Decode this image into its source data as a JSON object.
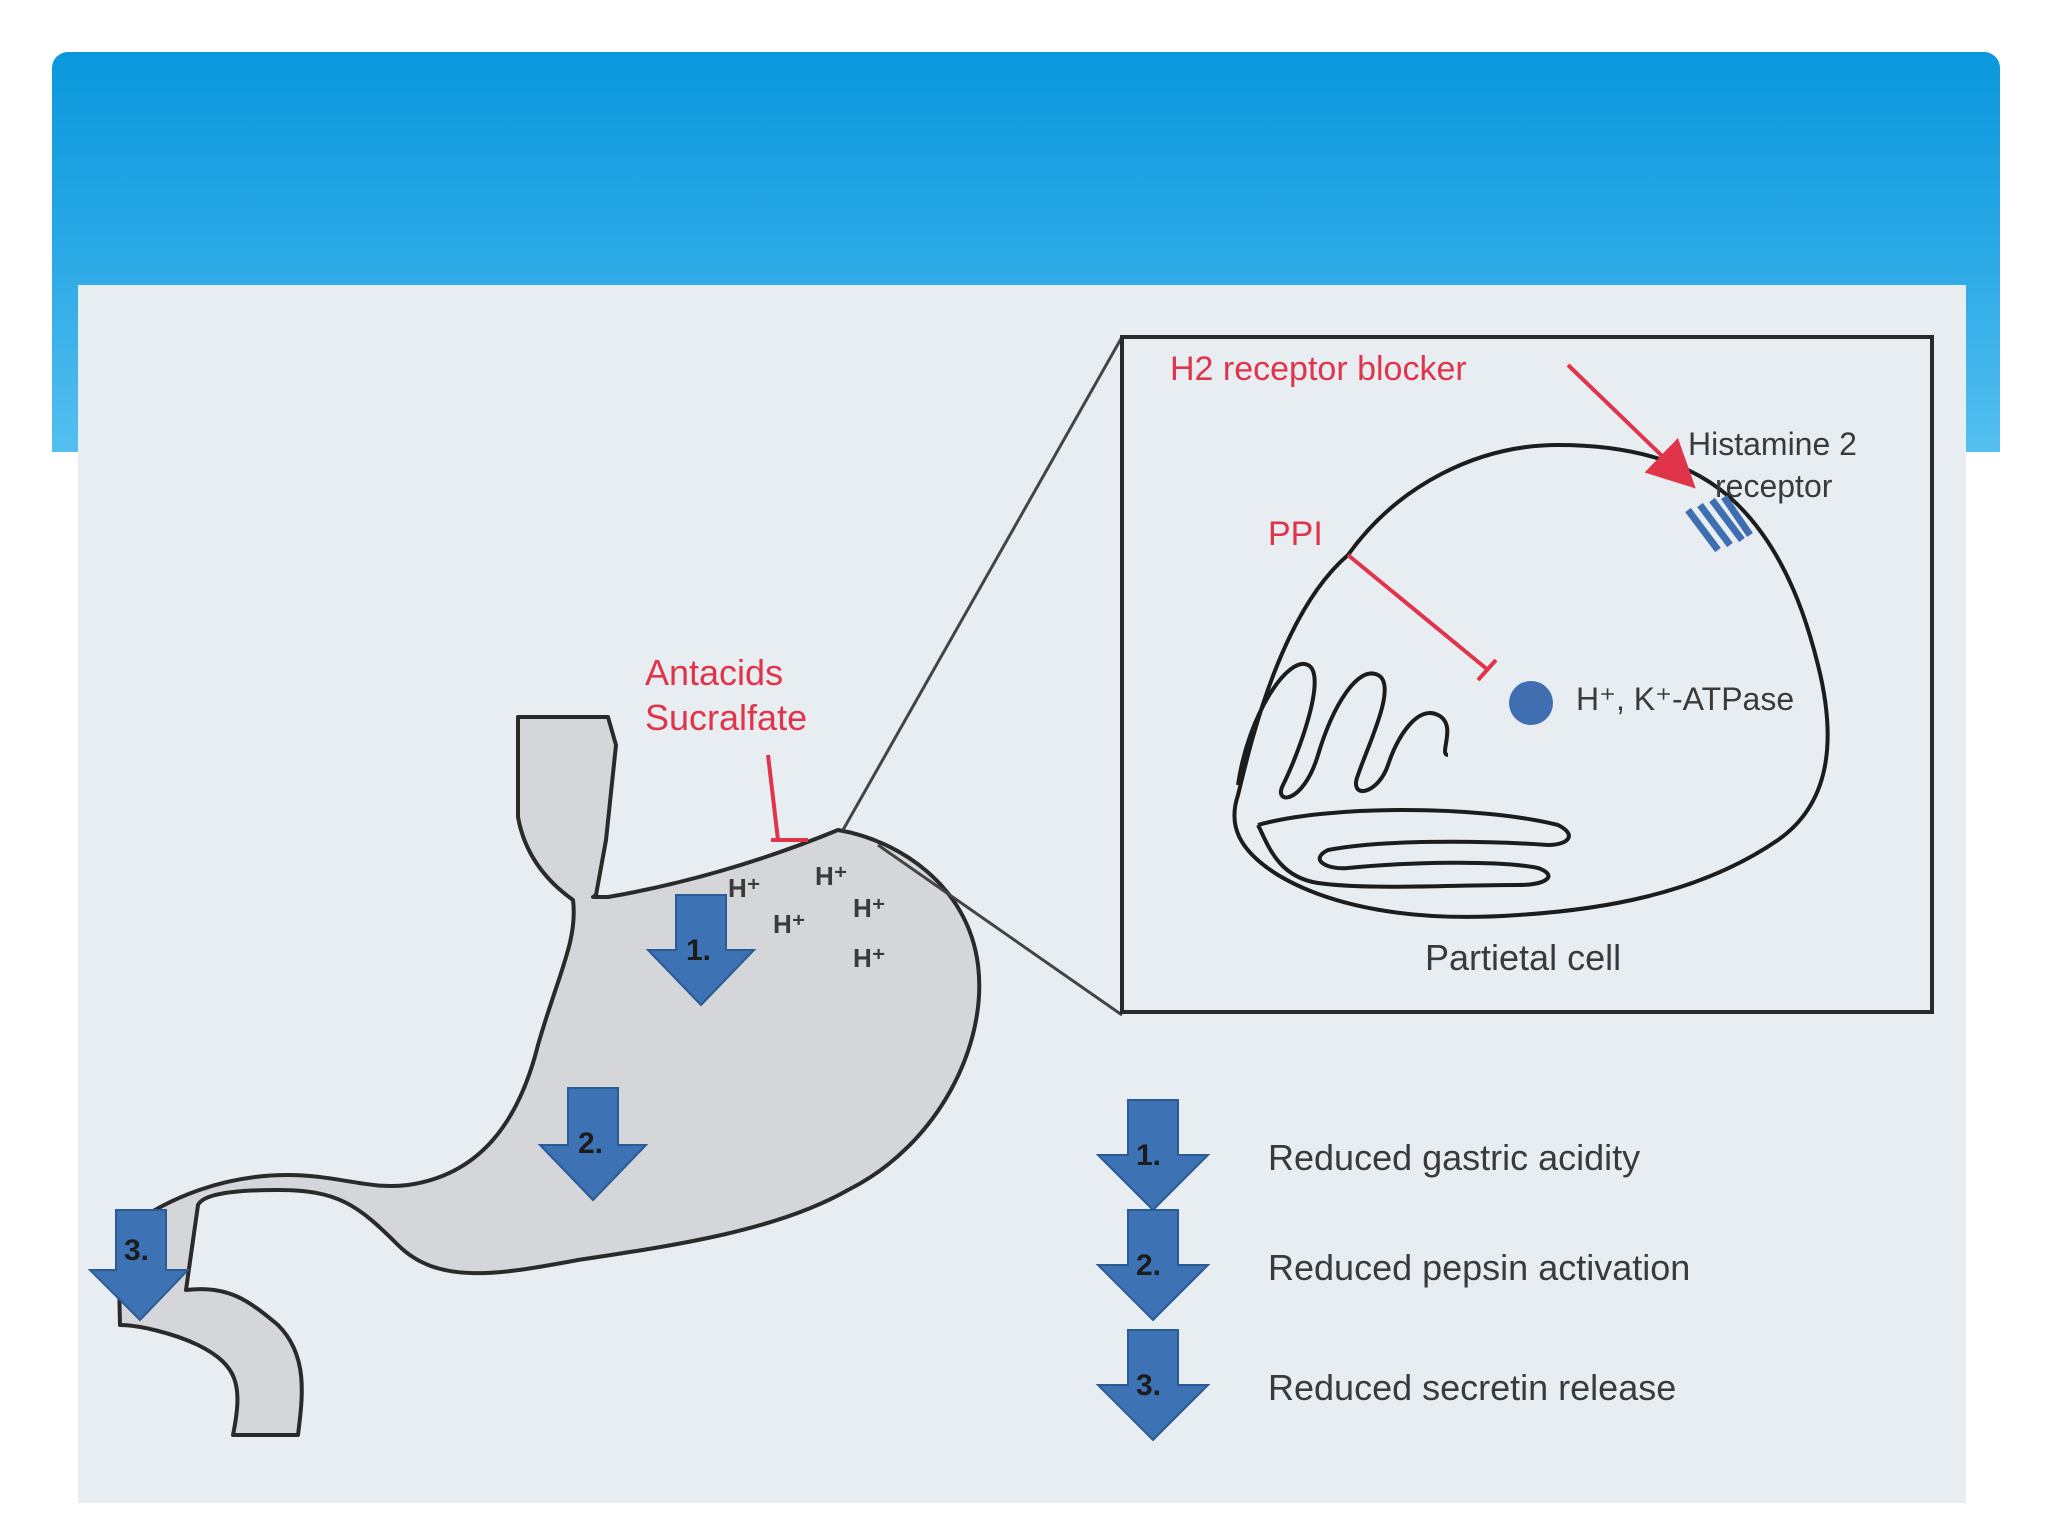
{
  "colors": {
    "header_top": "#0a97dc",
    "header_bottom": "#55bff0",
    "panel": "#e8edf2",
    "stomach_fill": "#d4d6d9",
    "arrow_fill": "#3d72b4",
    "inhibitor_red": "#e0344a",
    "pump_blue": "#3f6fb0"
  },
  "stomach": {
    "drug_label_line1": "Antacids",
    "drug_label_line2": "Sucralfate",
    "ions": [
      "H⁺",
      "H⁺",
      "H⁺",
      "H⁺",
      "H⁺"
    ],
    "arrow_numbers": [
      "1.",
      "2.",
      "3."
    ]
  },
  "cell": {
    "h2_blocker_label": "H2 receptor blocker",
    "ppi_label": "PPI",
    "receptor_label_line1": "Histamine 2",
    "receptor_label_line2": "receptor",
    "pump_label": "H⁺, K⁺-ATPase",
    "caption": "Partietal cell"
  },
  "legend": [
    {
      "number": "1.",
      "text": "Reduced gastric acidity"
    },
    {
      "number": "2.",
      "text": "Reduced pepsin activation"
    },
    {
      "number": "3.",
      "text": "Reduced secretin release"
    }
  ]
}
